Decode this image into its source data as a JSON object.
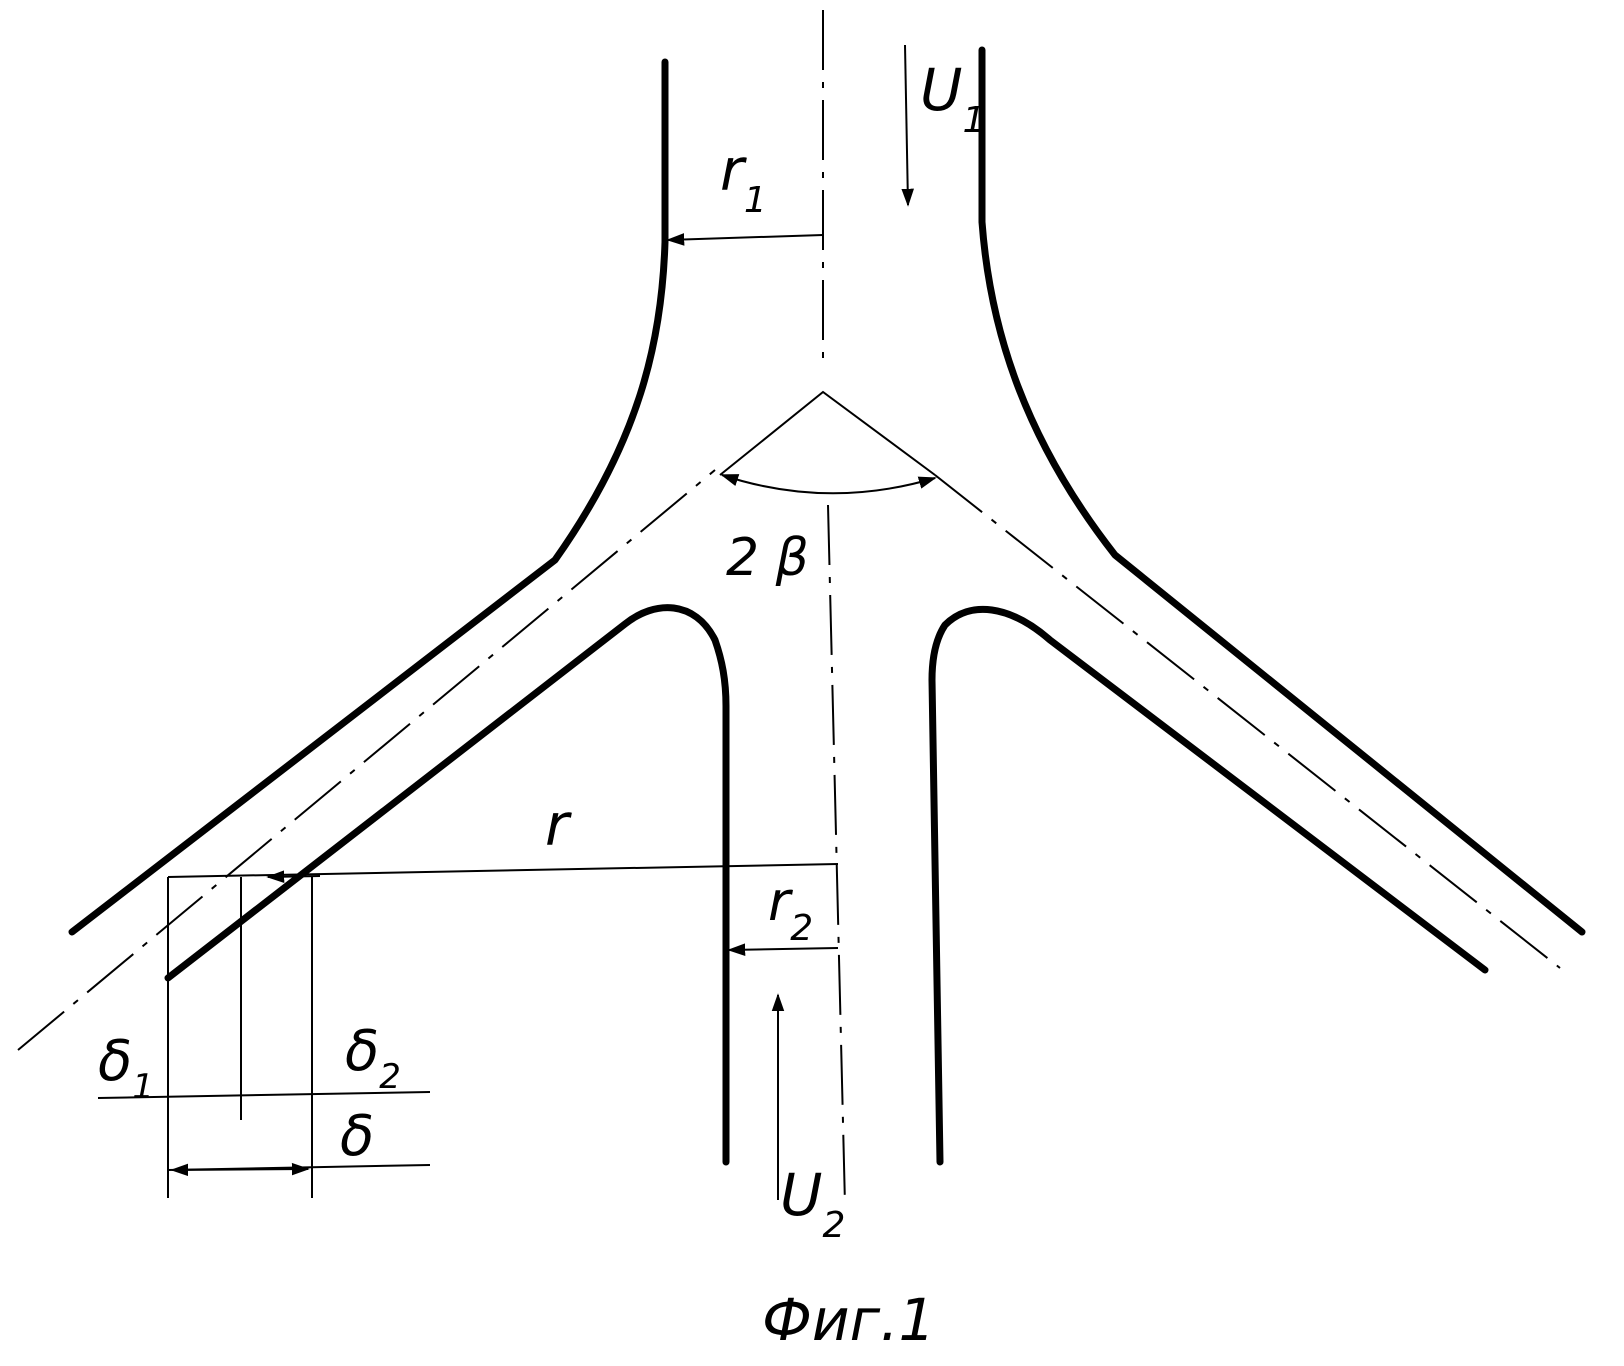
{
  "diagram": {
    "labels": {
      "u1_main": "U",
      "u1_sub": "1",
      "r1_main": "r",
      "r1_sub": "1",
      "two_beta": "2 β",
      "r_main": "r",
      "r2_main": "r",
      "r2_sub": "2",
      "delta1_main": "δ",
      "delta1_sub": "1",
      "delta2_main": "δ",
      "delta2_sub": "2",
      "delta_main": "δ",
      "u2_main": "U",
      "u2_sub": "2"
    },
    "caption": "Фиг.1"
  }
}
